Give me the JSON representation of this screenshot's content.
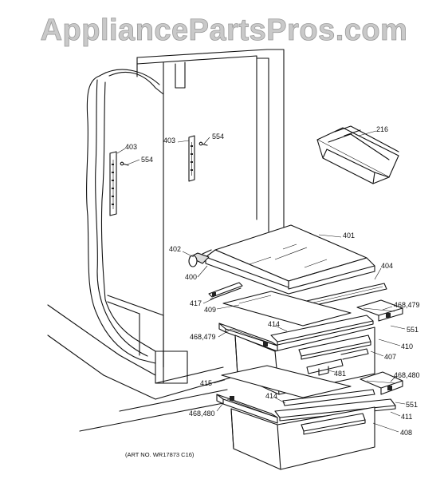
{
  "watermark": "AppliancePartsPros.com",
  "art_number": "(ART NO. WR17873 C16)",
  "part_labels": {
    "p403a": "403",
    "p554a": "554",
    "p403b": "403",
    "p554b": "554",
    "p216": "216",
    "p401": "401",
    "p402": "402",
    "p400": "400",
    "p404": "404",
    "p417": "417",
    "p409": "409",
    "p468_479a": "468,479",
    "p414a": "414",
    "p551a": "551",
    "p468_479b": "468,479",
    "p410": "410",
    "p407": "407",
    "p481": "481",
    "p468_480a": "468,480",
    "p415": "415",
    "p414b": "414",
    "p551b": "551",
    "p468_480b": "468,480",
    "p411": "411",
    "p408": "408"
  }
}
